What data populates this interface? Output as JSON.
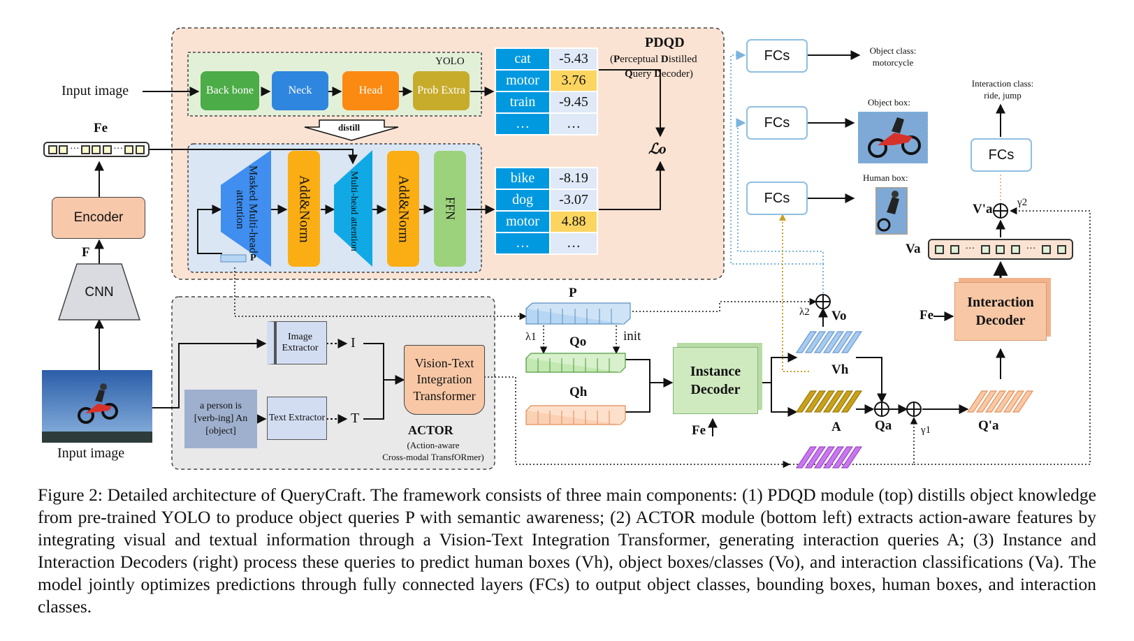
{
  "pdqd": {
    "title": "PDQD",
    "subtitle_line1_parts": [
      "(",
      "P",
      "erceptual ",
      "D",
      "istilled"
    ],
    "subtitle_line2_parts": [
      "Q",
      "uery ",
      "D",
      "ecoder)"
    ],
    "yolo_label": "YOLO",
    "blocks": [
      "Back bone",
      "Neck",
      "Head",
      "Prob Extra"
    ],
    "distill_label": "distill",
    "decoder_blocks": [
      "Masked Multi-head attention",
      "Add&Norm",
      "Multi-head attention",
      "Add&Norm",
      "FFN"
    ],
    "p_label": "P",
    "loss_label": "ℒo",
    "table_top": [
      [
        "cat",
        "-5.43"
      ],
      [
        "motor",
        "3.76"
      ],
      [
        "train",
        "-9.45"
      ],
      [
        "…",
        "…"
      ]
    ],
    "table_bottom": [
      [
        "bike",
        "-8.19"
      ],
      [
        "dog",
        "-3.07"
      ],
      [
        "motor",
        "4.88"
      ],
      [
        "…",
        "…"
      ]
    ]
  },
  "left": {
    "input_image_label": "Input image",
    "fe_label": "Fe",
    "encoder_label": "Encoder",
    "f_label": "F",
    "cnn_label": "CNN",
    "input_image_bottom_label": "Input image"
  },
  "actor": {
    "title": "ACTOR",
    "subtitle_line1": "(Action-aware",
    "subtitle_line2": "Cross-modal TransfORmer)",
    "image_extractor": "Image Extractor",
    "text_extractor": "Text Extractor",
    "prompt_text": "a person is [verb-ing] An [object]",
    "i_label": "I",
    "t_label": "T",
    "vti_transformer": "Vision-Text Integration Transformer"
  },
  "queries": {
    "p_label": "P",
    "lambda1": "λ1",
    "init": "init",
    "qo": "Qo",
    "qh": "Qh",
    "instance_decoder": "Instance Decoder",
    "fe_label": "Fe",
    "lambda2": "λ2",
    "vo": "Vo",
    "vh": "Vh",
    "a_label": "A",
    "qa": "Qa",
    "gamma1": "γ1",
    "qa_prime": "Q'a",
    "interaction_decoder": "Interaction Decoder",
    "fe_label2": "Fe",
    "va": "Va",
    "va_prime": "V'a",
    "gamma2": "γ2"
  },
  "heads": {
    "fcs": "FCs",
    "object_class_line1": "Object class:",
    "object_class_line2": "motorcycle",
    "object_box": "Object box:",
    "human_box": "Human box:",
    "interaction_class_line1": "Interaction class:",
    "interaction_class_line2": "ride, jump"
  },
  "caption": "Figure 2: Detailed architecture of QueryCraft. The framework consists of three main components: (1) PDQD module (top) distills object knowledge from pre-trained YOLO to produce object queries P with semantic awareness; (2) ACTOR module (bottom left) extracts action-aware features by integrating visual and textual information through a Vision-Text Integration Transformer, generating interaction queries A; (3) Instance and Interaction Decoders (right) process these queries to predict human boxes (Vh), object boxes/classes (Vo), and interaction classifications (Va). The model jointly optimizes predictions through fully connected layers (FCs) to output object classes, bounding boxes, human boxes, and interaction classes.",
  "colors": {
    "pdqd_bg": "#fbe3d3",
    "yolo_bg": "#e3f0d8",
    "decoder_bg": "#dae6f4",
    "actor_bg": "#e9e9e9",
    "backbone": "#4cac48",
    "neck": "#2f86df",
    "head": "#fb8a12",
    "prob": "#c7ac2c",
    "add_norm": "#fbae14",
    "ffn": "#9dd27d",
    "attn": "#3f8ef0",
    "table_key": "#0099e0",
    "highlight": "#fcd561",
    "encoder": "#f7c8aa",
    "instance_decoder": "#cfeabf",
    "interaction_decoder": "#f8c8a6"
  }
}
